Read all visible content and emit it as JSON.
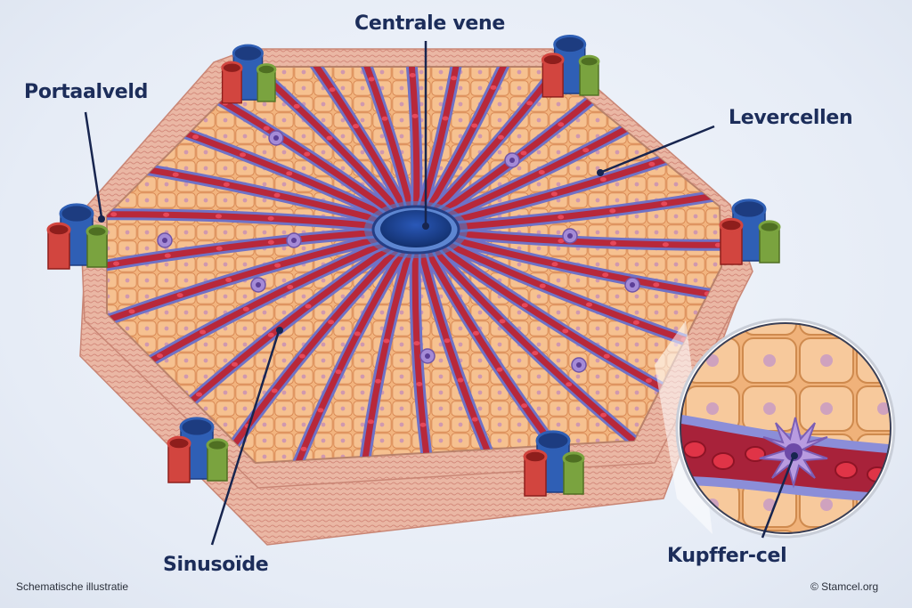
{
  "labels": {
    "central_vein": "Centrale vene",
    "portal_field": "Portaalveld",
    "liver_cells": "Levercellen",
    "sinusoid": "Sinusoïde",
    "kupffer_cell": "Kupffer-cel"
  },
  "footer": {
    "left": "Schematische illustratie",
    "right": "© Stamcel.org"
  },
  "colors": {
    "hepatocyte": "#f0b27a",
    "sinusoid_blood": "#b8283a",
    "endothelium": "#6f72c6",
    "vein_blue": "#2f5fb5",
    "artery_red": "#d2453f",
    "bile_green": "#7aa33f",
    "kupffer": "#a48ad6",
    "label_text": "#1c2d5a"
  }
}
